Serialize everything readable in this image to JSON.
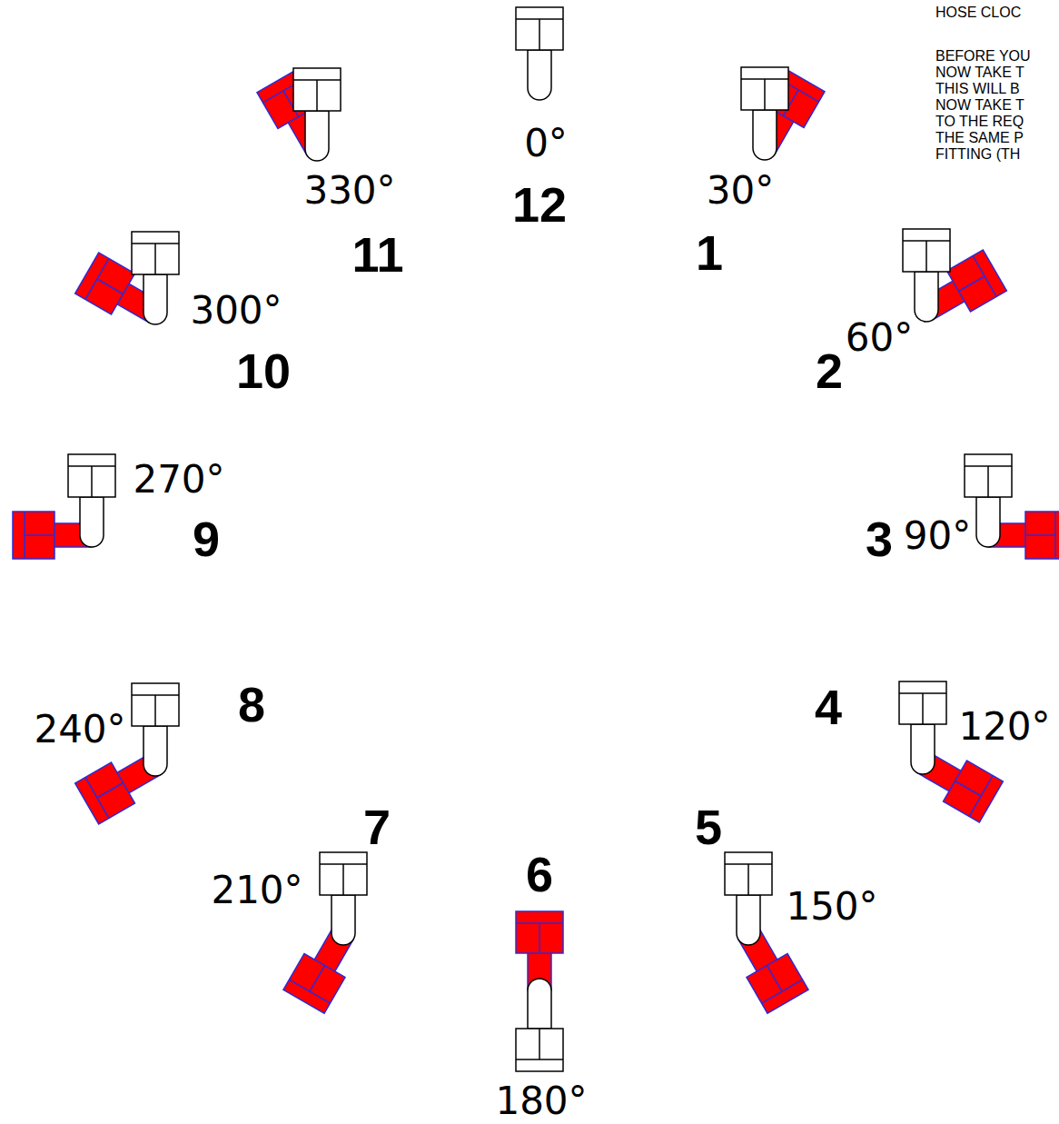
{
  "diagram": {
    "labels": [
      "0°",
      "12",
      "30°",
      "1",
      "330°",
      "11",
      "60°",
      "2",
      "300°",
      "10",
      "90°",
      "3",
      "270°",
      "9",
      "120°",
      "4",
      "240°",
      "8",
      "150°",
      "5",
      "210°",
      "7",
      "6",
      "180°",
      "HOSE CLOC",
      "BEFORE YOU",
      "NOW TAKE T",
      "THIS WILL B",
      "NOW TAKE T",
      "TO THE REQ",
      "THE SAME P",
      "FITTING (TH"
    ]
  }
}
